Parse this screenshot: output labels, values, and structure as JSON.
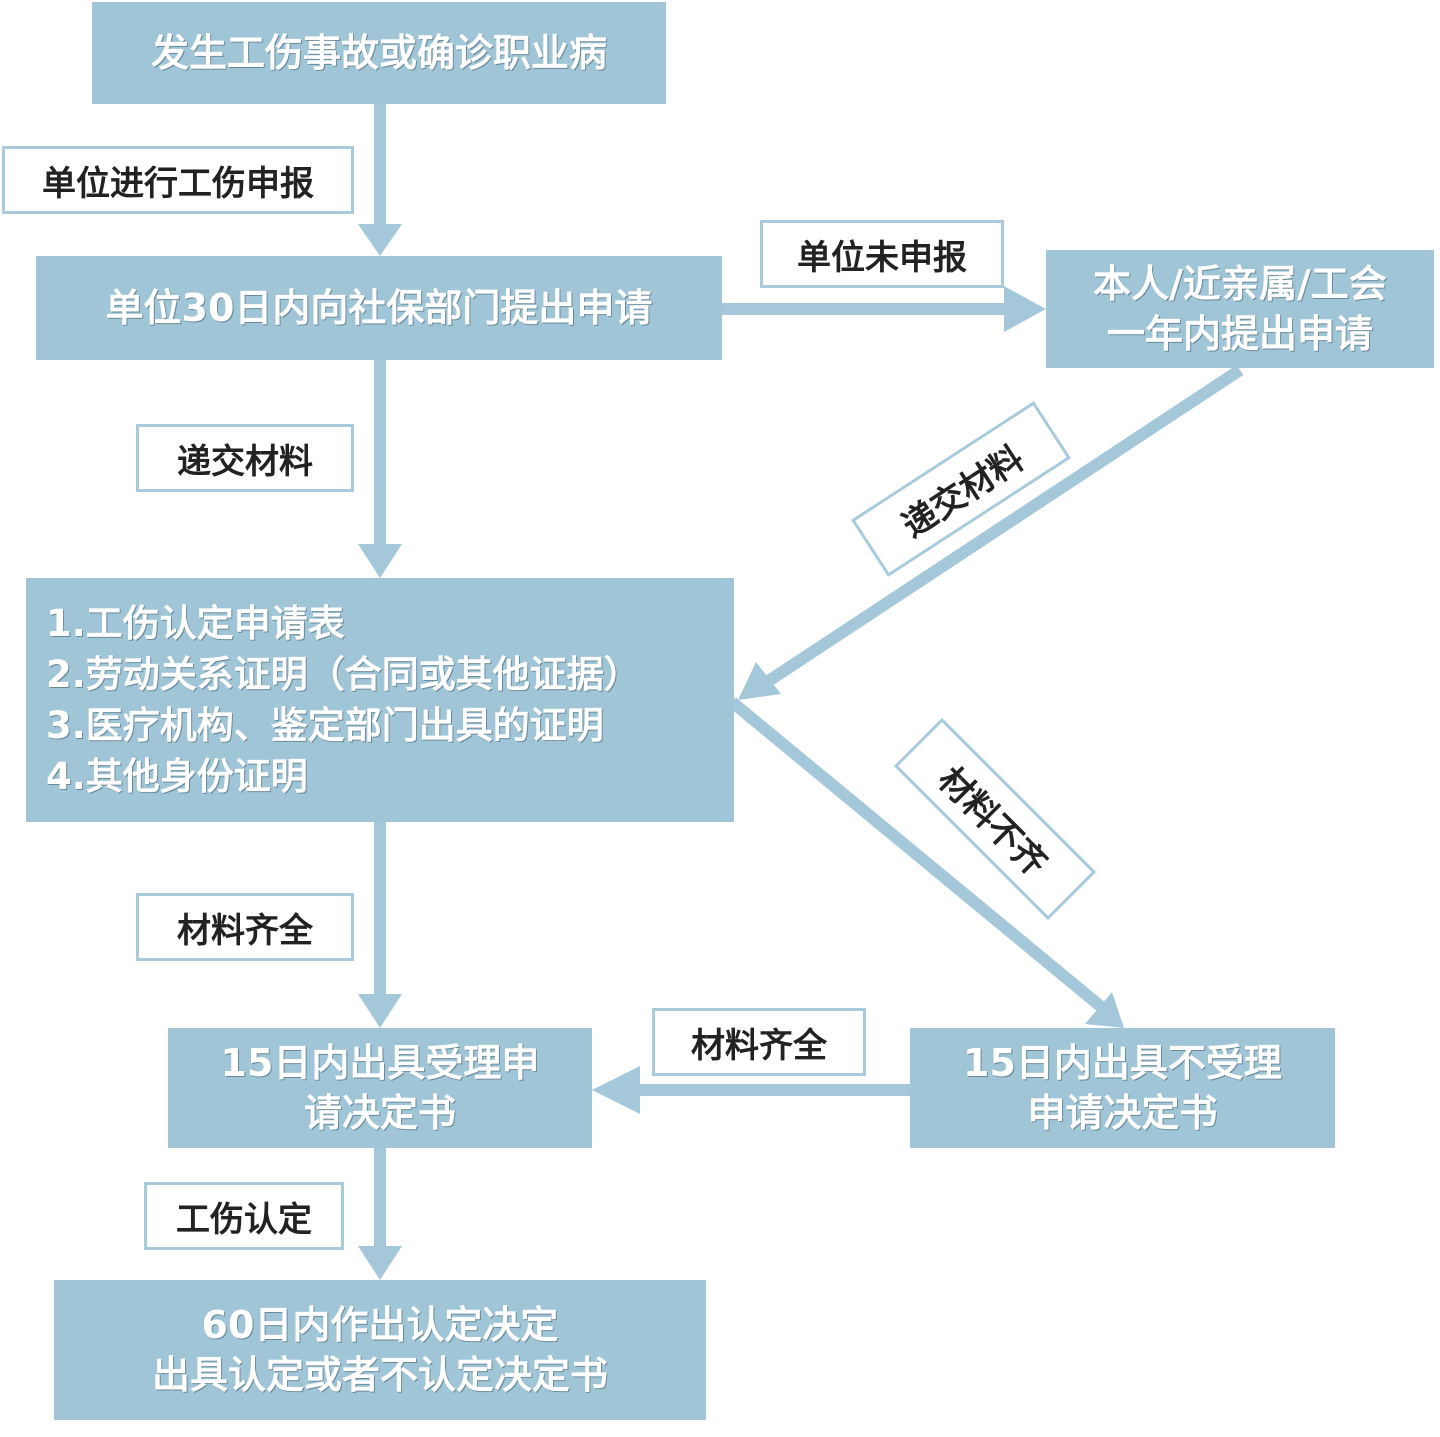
{
  "colors": {
    "box_fill": "#9fc5d6",
    "arrow": "#a4c8da",
    "label_border": "#a9cadb",
    "label_text": "#222222"
  },
  "nodes": {
    "occur": {
      "lines": [
        "发生工伤事故或确诊职业病"
      ]
    },
    "unit_apply": {
      "lines": [
        "单位30日内向社保部门提出申请"
      ]
    },
    "self_apply": {
      "lines": [
        "本人/近亲属/工会",
        "一年内提出申请"
      ]
    },
    "materials": {
      "lines": [
        "1.工伤认定申请表",
        "2.劳动关系证明（合同或其他证据）",
        "3.医疗机构、鉴定部门出具的证明",
        "4.其他身份证明"
      ]
    },
    "accept": {
      "lines": [
        "15日内出具受理申",
        "请决定书"
      ]
    },
    "reject": {
      "lines": [
        "15日内出具不受理",
        "申请决定书"
      ]
    },
    "decide": {
      "lines": [
        "60日内作出认定决定",
        "出具认定或者不认定决定书"
      ]
    }
  },
  "labels": {
    "unit_report": "单位进行工伤申报",
    "unit_not_report": "单位未申报",
    "submit_left": "递交材料",
    "submit_right": "递交材料",
    "complete_left": "材料齐全",
    "incomplete": "材料不齐",
    "complete_bottom": "材料齐全",
    "injury_identify": "工伤认定"
  }
}
